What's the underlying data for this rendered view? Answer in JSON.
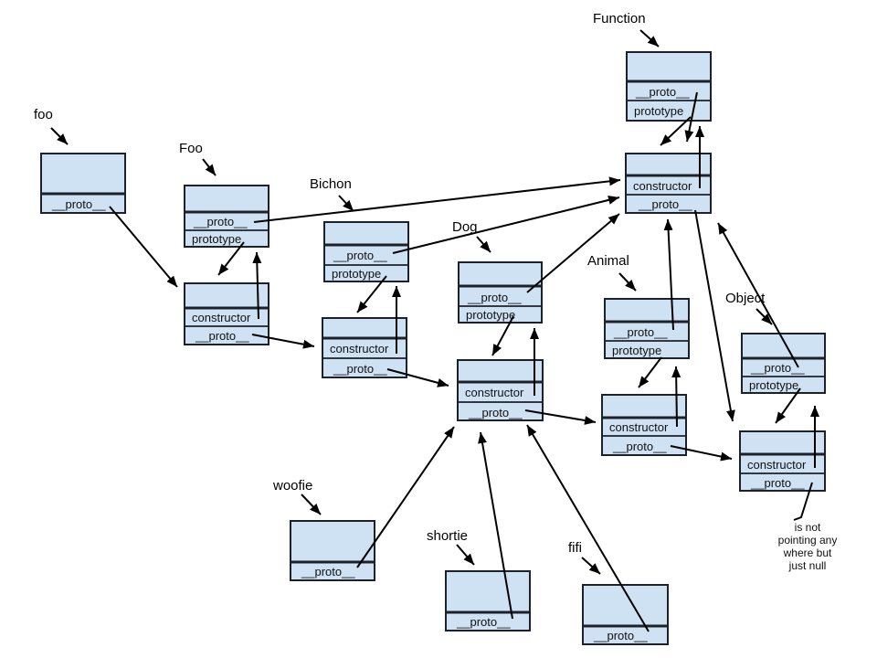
{
  "colors": {
    "background": "#ffffff",
    "box_fill": "#cfe2f3",
    "box_stroke": "#1d2129",
    "line": "#000000"
  },
  "nodes": {
    "function": {
      "label": "Function",
      "fields": [
        "__proto__",
        "prototype"
      ]
    },
    "function_prototype": {
      "fields": [
        "constructor",
        "__proto__"
      ]
    },
    "foo": {
      "label": "foo",
      "fields": [
        "__proto__"
      ]
    },
    "Foo": {
      "label": "Foo",
      "fields": [
        "__proto__",
        "prototype"
      ]
    },
    "Foo_prototype": {
      "fields": [
        "constructor",
        "__proto__"
      ]
    },
    "Bichon": {
      "label": "Bichon",
      "fields": [
        "__proto__",
        "prototype"
      ]
    },
    "Bichon_prototype": {
      "fields": [
        "constructor",
        "__proto__"
      ]
    },
    "Dog": {
      "label": "Dog",
      "fields": [
        "__proto__",
        "prototype"
      ]
    },
    "Dog_prototype": {
      "fields": [
        "constructor",
        "__proto__"
      ]
    },
    "Animal": {
      "label": "Animal",
      "fields": [
        "__proto__",
        "prototype"
      ]
    },
    "Animal_prototype": {
      "fields": [
        "constructor",
        "__proto__"
      ]
    },
    "Object": {
      "label": "Object",
      "fields": [
        "__proto__",
        "prototype"
      ]
    },
    "Object_prototype": {
      "fields": [
        "constructor",
        "__proto__"
      ]
    },
    "woofie": {
      "label": "woofie",
      "fields": [
        "__proto__"
      ]
    },
    "shortie": {
      "label": "shortie",
      "fields": [
        "__proto__"
      ]
    },
    "fifi": {
      "label": "fifi",
      "fields": [
        "__proto__"
      ]
    }
  },
  "annotation": {
    "lines": [
      "is not",
      "pointing any",
      "where but",
      "just null"
    ]
  }
}
